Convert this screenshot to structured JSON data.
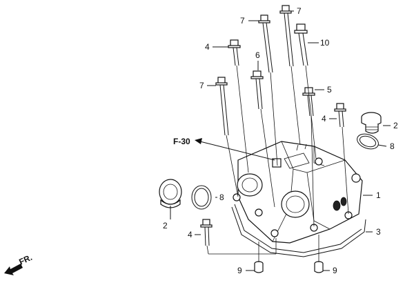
{
  "callouts": {
    "c1": "1",
    "c2_right": "2",
    "c2_left": "2",
    "c3": "3",
    "c4_top": "4",
    "c4_right": "4",
    "c4_bottom": "4",
    "c5": "5",
    "c6": "6",
    "c7_topleft": "7",
    "c7_topright": "7",
    "c7_left": "7",
    "c8_right": "8",
    "c8_left": "8",
    "c9_left": "9",
    "c9_right": "9",
    "c10": "10"
  },
  "reference": "F-30",
  "direction": "FR."
}
